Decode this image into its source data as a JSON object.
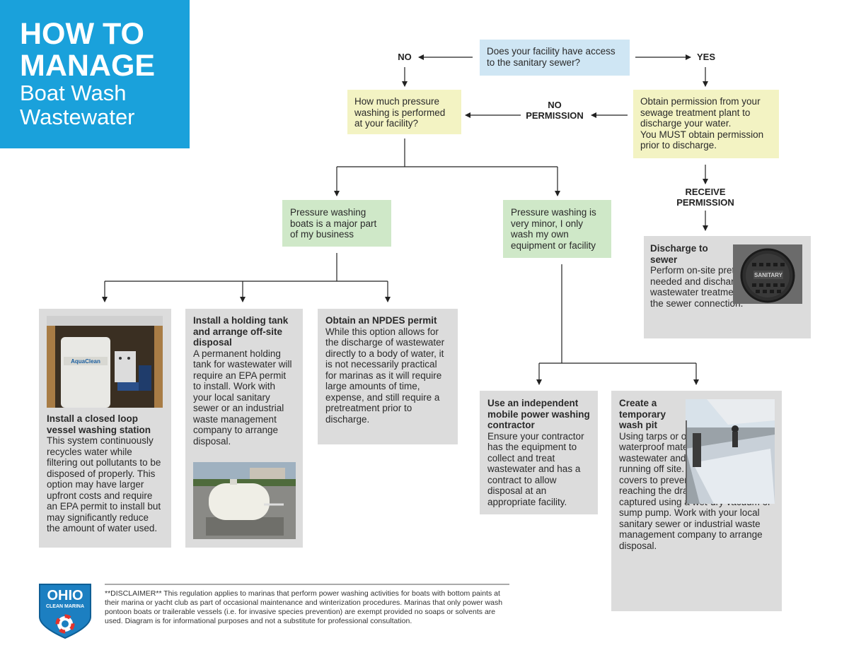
{
  "title": {
    "line1": "HOW TO",
    "line2": "MANAGE",
    "line3": "Boat Wash",
    "line4": "Wastewater"
  },
  "nodes": {
    "q_access": "Does your facility have access to the sanitary sewer?",
    "no": "NO",
    "yes": "YES",
    "q_pressure": "How much pressure washing is performed at your facility?",
    "no_permission_1": "NO",
    "no_permission_2": "PERMISSION",
    "obtain_permission_1": "Obtain permission from your sewage treatment plant to discharge your water.",
    "obtain_permission_2": "You MUST obtain permission prior to discharge.",
    "receive_permission_1": "RECEIVE",
    "receive_permission_2": "PERMISSION",
    "major": "Pressure washing boats is a major part of my business",
    "minor": "Pressure washing is very minor, I only wash my own equipment or facility"
  },
  "options": {
    "discharge": {
      "heading": "Discharge to sewer",
      "body": "Perform on-site pretreatment if needed and discharge to your wastewater treatment plant through the sewer connection.",
      "photo_text": "SANITARY"
    },
    "closed_loop": {
      "heading": "Install a closed loop vessel washing station",
      "body": "This system continuously recycles water while filtering out pollutants to be disposed of properly. This option may have larger upfront costs and require an EPA permit to install but may significantly reduce the amount of water used.",
      "photo_text": "AquaClean"
    },
    "holding_tank": {
      "heading": "Install a holding tank and arrange off-site disposal",
      "body": "A permanent holding tank for wastewater will require an EPA permit to install. Work with your local sanitary sewer or an industrial waste management company to arrange disposal."
    },
    "npdes": {
      "heading": "Obtain an NPDES permit",
      "body": "While this option allows for the discharge of wastewater directly to a body of water, it is not necessarily practical for marinas as it will require large amounts of time, expense, and still require a pretreatment prior to discharge."
    },
    "contractor": {
      "heading": "Use an independent mobile power washing contractor",
      "body": "Ensure your contractor has the equipment to collect and treat wastewater and has a contract to allow disposal at an appropriate facility."
    },
    "wash_pit": {
      "heading": "Create a temporary wash pit",
      "body": "Using tarps or other heavy duty waterproof material, capture the wastewater and prevent it from running off site. Use storm drain covers to prevent any water from reaching the drain. Water can be captured using a wet-dry vacuum or sump pump. Work with your local sanitary sewer or industrial waste management company to arrange disposal."
    }
  },
  "logo": {
    "line1": "OHIO",
    "line2": "CLEAN MARINA"
  },
  "disclaimer": "**DISCLAIMER** This regulation applies to marinas that perform power washing activities for boats with bottom paints at their marina or yacht club as part of occasional maintenance and winterization procedures. Marinas that only power wash pontoon boats or trailerable vessels (i.e. for invasive species prevention) are exempt provided no soaps or solvents are used. Diagram is for informational purposes and not a substitute for professional consultation.",
  "colors": {
    "title_bg": "#1aa1db",
    "question_bg": "#cfe6f4",
    "yellow_bg": "#f3f3c3",
    "green_bg": "#cfe8c8",
    "grey_bg": "#dcdcdc",
    "logo_blue": "#1c7fc1"
  }
}
